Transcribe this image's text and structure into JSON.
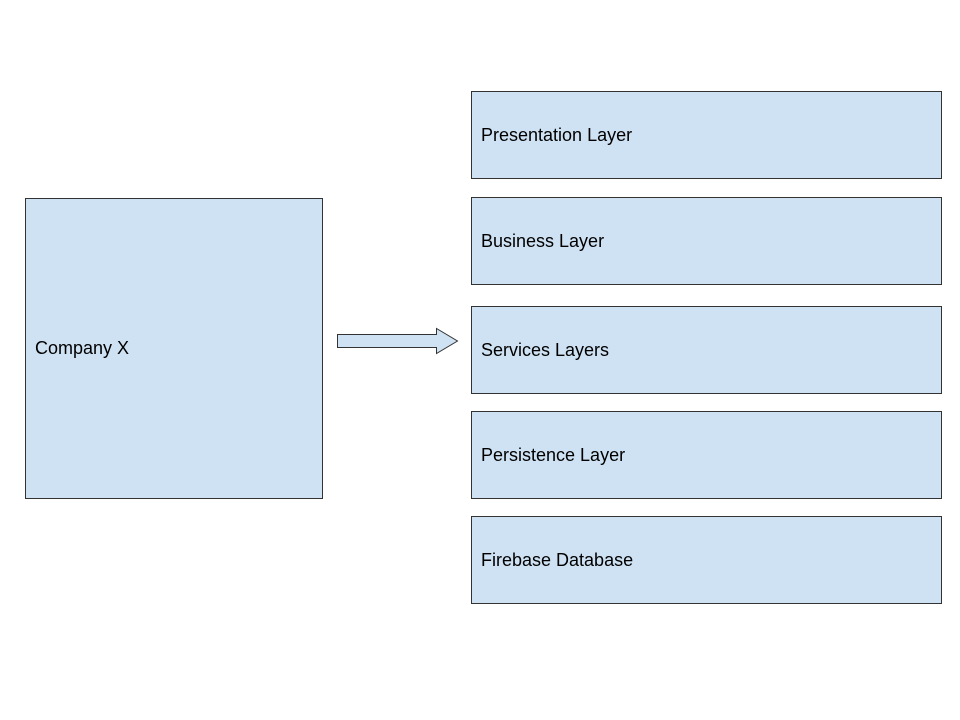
{
  "colors": {
    "box_fill": "#cfe2f3",
    "box_border": "#333333",
    "text": "#000000"
  },
  "company": {
    "label": "Company X"
  },
  "arrow": {
    "icon": "right-arrow-icon"
  },
  "layers": [
    {
      "label": "Presentation Layer"
    },
    {
      "label": "Business Layer"
    },
    {
      "label": "Services Layers"
    },
    {
      "label": "Persistence Layer"
    },
    {
      "label": "Firebase Database"
    }
  ]
}
